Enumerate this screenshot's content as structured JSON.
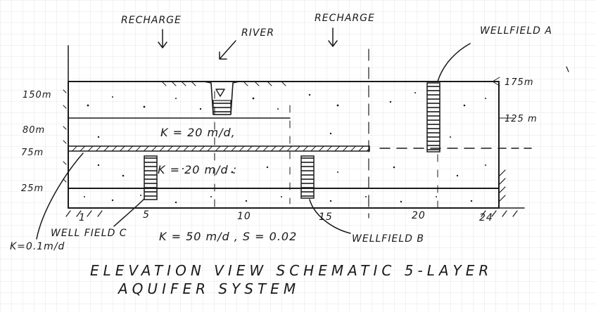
{
  "labels": {
    "recharge_left": "RECHARGE",
    "recharge_right": "RECHARGE",
    "river": "RIVER",
    "wellfield_a": "WELLFIELD A",
    "wellfield_b": "WELLFIELD B",
    "wellfield_c": "WELL FIELD C",
    "k_upper": "K = 20 m/d,",
    "k_middle": "K = 20 m/d :",
    "k_bottom": "K = 50 m/d , S = 0.02",
    "k_confining": "K=0.1m/d"
  },
  "elevations": {
    "e150": "150m",
    "e80": "80m",
    "e75": "75m",
    "e25": "25m",
    "e175": "175m",
    "e125": "125 m"
  },
  "axis_ticks": [
    "1",
    "5",
    "10",
    "15",
    "20",
    "24"
  ],
  "title": {
    "line1": "ELEVATION VIEW SCHEMATIC 5-LAYER",
    "line2": "AQUIFER SYSTEM"
  }
}
